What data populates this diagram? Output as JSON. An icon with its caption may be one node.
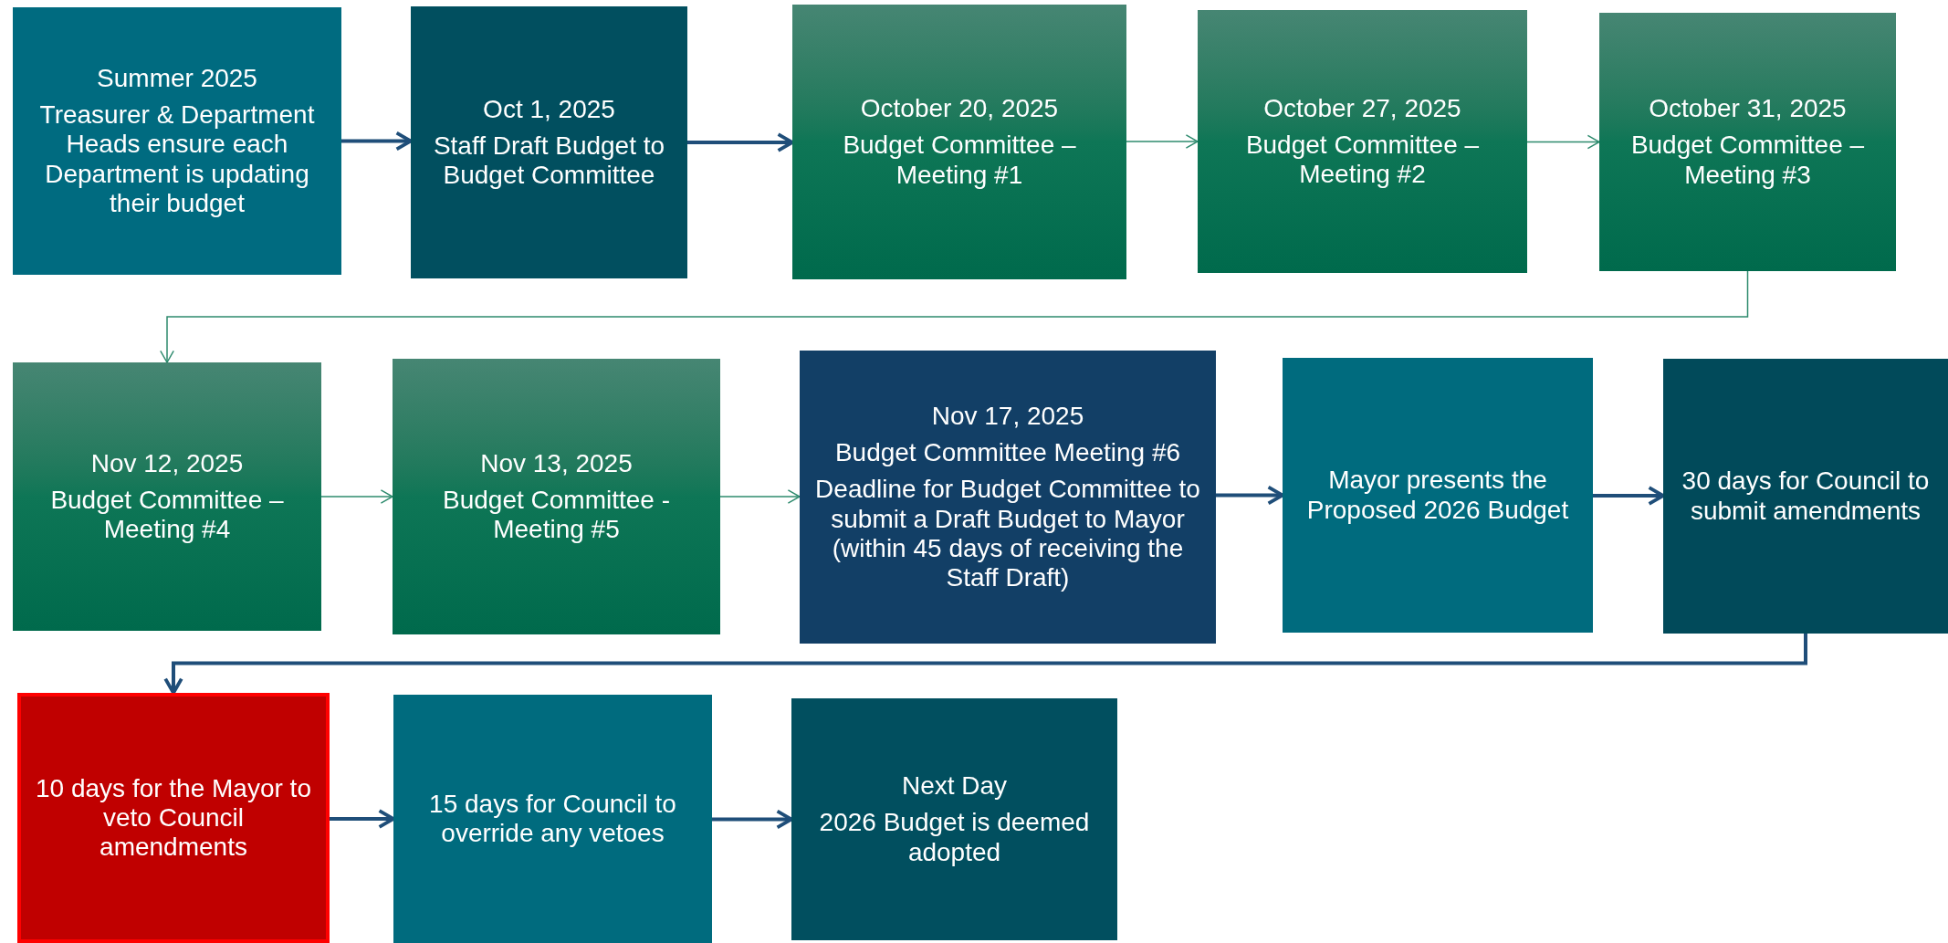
{
  "diagram": {
    "nodes": [
      {
        "text": [
          "Summer 2025",
          "Treasurer & Department Heads ensure each Department is updating their budget"
        ]
      },
      {
        "text": [
          "Oct 1, 2025",
          "Staff Draft Budget to Budget Committee"
        ]
      },
      {
        "text": [
          "October 20, 2025",
          "Budget Committee – Meeting #1"
        ]
      },
      {
        "text": [
          "October 27, 2025",
          "Budget Committee – Meeting #2"
        ]
      },
      {
        "text": [
          "October 31, 2025",
          "Budget Committee – Meeting #3"
        ]
      },
      {
        "text": [
          "Nov 12, 2025",
          "Budget Committee – Meeting #4"
        ]
      },
      {
        "text": [
          "Nov 13, 2025",
          "Budget Committee - Meeting #5"
        ]
      },
      {
        "text": [
          "Nov 17, 2025",
          "Budget Committee Meeting #6",
          "Deadline for Budget Committee to submit a Draft Budget to Mayor (within 45 days of receiving the Staff Draft)"
        ]
      },
      {
        "text": [
          "Mayor presents the Proposed 2026 Budget"
        ]
      },
      {
        "text": [
          "30 days for Council to submit amendments"
        ]
      },
      {
        "text": [
          "10 days for the Mayor to veto Council amendments"
        ]
      },
      {
        "text": [
          "15 days for Council to override any vetoes"
        ]
      },
      {
        "text": [
          "Next Day",
          "2026 Budget is deemed adopted"
        ]
      }
    ],
    "edges": [
      {
        "from": 0,
        "to": 1,
        "arrow": "to"
      },
      {
        "from": 1,
        "to": 2,
        "arrow": "to"
      },
      {
        "from": 2,
        "to": 3,
        "arrow": "to",
        "color": "#2e8b6e"
      },
      {
        "from": 3,
        "to": 4,
        "arrow": "to",
        "color": "#2e8b6e"
      },
      {
        "from": 4,
        "to": 5,
        "arrow": "to",
        "color": "#2e8b6e"
      },
      {
        "from": 5,
        "to": 6,
        "arrow": "to",
        "color": "#2e8b6e"
      },
      {
        "from": 6,
        "to": 7,
        "arrow": "to",
        "color": "#2e8b6e"
      },
      {
        "from": 7,
        "to": 8,
        "arrow": "to"
      },
      {
        "from": 8,
        "to": 9,
        "arrow": "to"
      },
      {
        "from": 9,
        "to": 10,
        "arrow": "to"
      },
      {
        "from": 10,
        "to": 11,
        "arrow": "to"
      },
      {
        "from": 11,
        "to": 12,
        "arrow": "to"
      }
    ]
  }
}
